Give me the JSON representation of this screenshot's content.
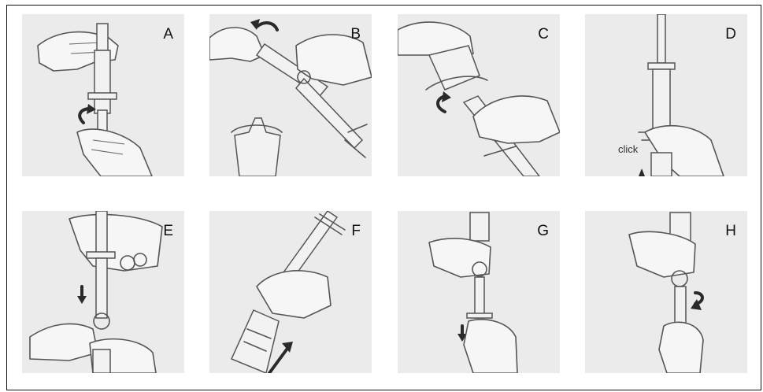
{
  "panels": [
    {
      "label": "A"
    },
    {
      "label": "B"
    },
    {
      "label": "C"
    },
    {
      "label": "D",
      "annotation": "click"
    },
    {
      "label": "E"
    },
    {
      "label": "F"
    },
    {
      "label": "G"
    },
    {
      "label": "H"
    }
  ]
}
